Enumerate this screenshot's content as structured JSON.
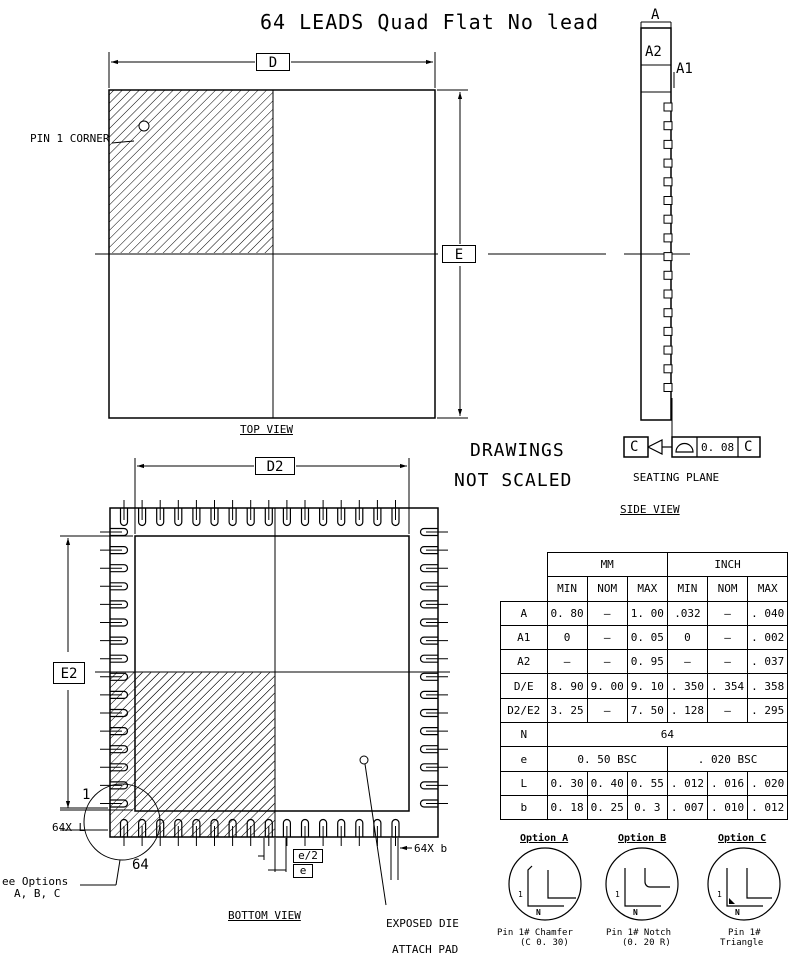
{
  "title": "64 LEADS Quad Flat No lead",
  "labels": {
    "D": "D",
    "E": "E",
    "D2": "D2",
    "E2": "E2",
    "A": "A",
    "A1": "A1",
    "A2": "A2",
    "pin1_corner": "PIN 1 CORNER",
    "top_view": "TOP VIEW",
    "side_view": "SIDE VIEW",
    "bottom_view": "BOTTOM VIEW",
    "drawings_line1": "DRAWINGS",
    "drawings_line2": "NOT SCALED",
    "seating_plane": "SEATING PLANE",
    "datum_c": "C",
    "flatness_value": "0. 08",
    "pin1": "1",
    "pin64": "64",
    "see_options_1": "ee Options",
    "see_options_2": "A, B, C",
    "lead_l": "64X  L",
    "lead_b": "64X b",
    "e_half": "e/2",
    "e": "e",
    "exposed_1": "EXPOSED DIE",
    "exposed_2": "ATTACH PAD"
  },
  "table": {
    "group_headers": [
      "MM",
      "INCH"
    ],
    "sub_headers": [
      "MIN",
      "NOM",
      "MAX",
      "MIN",
      "NOM",
      "MAX"
    ],
    "rows": [
      {
        "sym": "A",
        "cells": [
          "0. 80",
          "–",
          "1. 00",
          ".032",
          "–",
          ". 040"
        ]
      },
      {
        "sym": "A1",
        "cells": [
          "0",
          "–",
          "0. 05",
          "0",
          "–",
          ". 002"
        ]
      },
      {
        "sym": "A2",
        "cells": [
          "–",
          "–",
          "0. 95",
          "–",
          "–",
          ". 037"
        ]
      },
      {
        "sym": "D/E",
        "cells": [
          "8. 90",
          "9. 00",
          "9. 10",
          ". 350",
          ". 354",
          ". 358"
        ]
      },
      {
        "sym": "D2/E2",
        "cells": [
          "3. 25",
          "–",
          "7. 50",
          ". 128",
          "–",
          ". 295"
        ]
      },
      {
        "sym": "N",
        "span": "64"
      },
      {
        "sym": "e",
        "mm": "0. 50 BSC",
        "inch": ". 020 BSC"
      },
      {
        "sym": "L",
        "cells": [
          "0. 30",
          "0. 40",
          "0. 55",
          ". 012",
          ". 016",
          ". 020"
        ]
      },
      {
        "sym": "b",
        "cells": [
          "0. 18",
          "0. 25",
          "0. 3",
          ". 007",
          ". 010",
          ". 012"
        ]
      }
    ]
  },
  "options": [
    {
      "title": "Option A",
      "cap1": "Pin 1# Chamfer",
      "cap2": "(C 0. 30)"
    },
    {
      "title": "Option B",
      "cap1": "Pin 1# Notch",
      "cap2": "(0. 20 R)"
    },
    {
      "title": "Option C",
      "cap1": "Pin 1#",
      "cap2": "Triangle"
    }
  ],
  "option_pin_labels": {
    "n": "N",
    "one": "1"
  }
}
